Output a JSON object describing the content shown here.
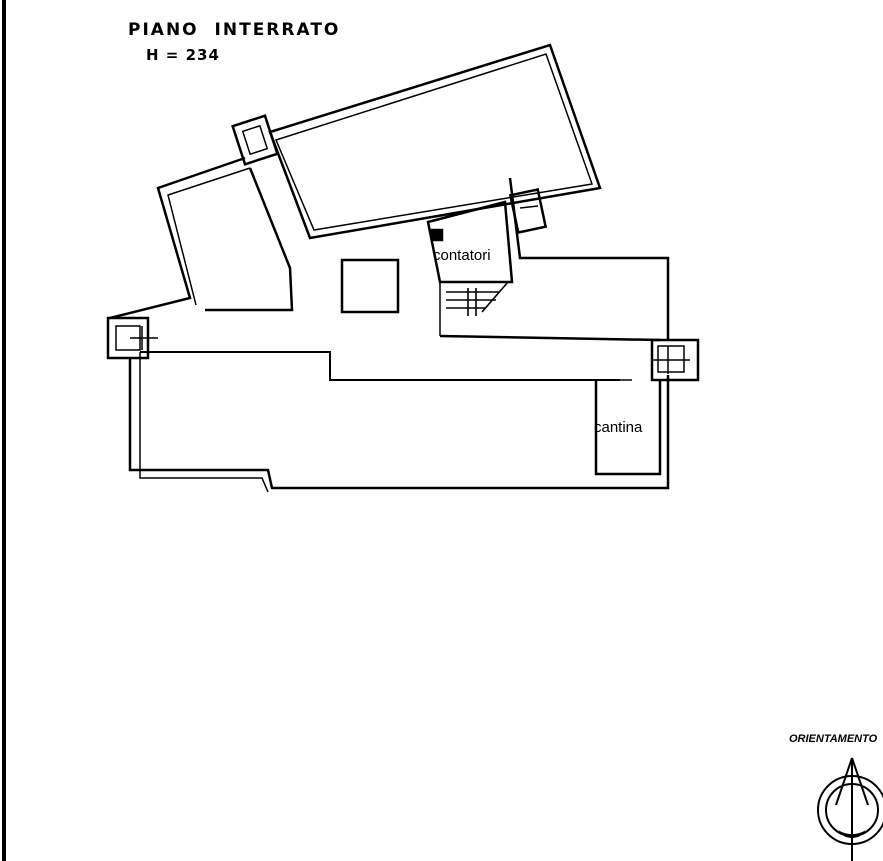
{
  "plan": {
    "title": "PIANO  INTERRATO",
    "height_label": "H = 234",
    "rooms": {
      "meter_room": "contatori",
      "cellar": "cantina"
    },
    "compass": {
      "label": "ORIENTAMENTO",
      "icon": "north-arrow-icon"
    }
  },
  "colors": {
    "ink": "#000000",
    "paper": "#ffffff"
  }
}
